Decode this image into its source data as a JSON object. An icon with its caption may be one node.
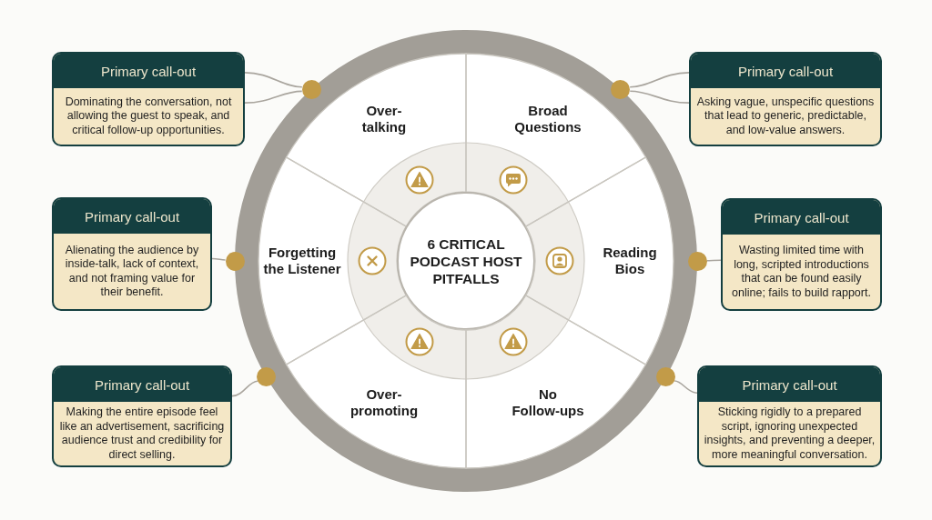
{
  "diagram": {
    "nodes": [
      {
        "text": [
          "Primary call-out",
          "Dominating the conversation, not allowing the guest to speak, and critical follow-up opportunities."
        ]
      },
      {
        "text": [],
        "shape": "circle"
      },
      {
        "text": [
          "Over-talking"
        ]
      },
      {
        "text": [
          "Broad Questions"
        ]
      },
      {
        "text": [],
        "shape": "circle"
      },
      {
        "text": [
          "Primary call-out",
          "Asking vague, unspecific questions that lead to generic, predictable, and low-value answers."
        ]
      },
      {
        "text": [
          "Primary call-out",
          "Alienating the audience by inside-talk, lack of context, and not framing value for their benefit."
        ]
      },
      {
        "text": [],
        "shape": "circle"
      },
      {
        "text": [
          "Forgetting the Listener"
        ]
      },
      {
        "text": [
          "6 CRITICAL PODCAST HOST PITFALLS"
        ]
      },
      {
        "text": [
          "Reading Bios"
        ]
      },
      {
        "text": [],
        "shape": "circle"
      },
      {
        "text": [
          "Primary call-out",
          "Wasting limited time with long, scripted introductions that can be found easily online; fails to build rapport."
        ]
      },
      {
        "text": [
          "Primary call-out",
          "Making the entire episode feel like an advertisement, sacrificing audience trust and credibility for direct selling."
        ]
      },
      {
        "text": [],
        "shape": "circle"
      },
      {
        "text": [
          "Over-promoting"
        ]
      },
      {
        "text": [
          "No Follow-ups"
        ]
      },
      {
        "text": [],
        "shape": "circle"
      },
      {
        "text": [
          "Primary call-out",
          "Sticking rigidly to a prepared script, ignoring unexpected insights, and preventing a deeper, more meaningful conversation."
        ]
      }
    ],
    "edges": [
      {
        "from": 0,
        "to": 1,
        "arrow": "none"
      },
      {
        "from": 0,
        "to": 1,
        "arrow": "none"
      },
      {
        "from": 5,
        "to": 4,
        "arrow": "none"
      },
      {
        "from": 5,
        "to": 4,
        "arrow": "none"
      },
      {
        "from": 6,
        "to": 7,
        "arrow": "none"
      },
      {
        "from": 12,
        "to": 11,
        "arrow": "none"
      },
      {
        "from": 13,
        "to": 14,
        "arrow": "none"
      },
      {
        "from": 18,
        "to": 17,
        "arrow": "none"
      }
    ]
  }
}
